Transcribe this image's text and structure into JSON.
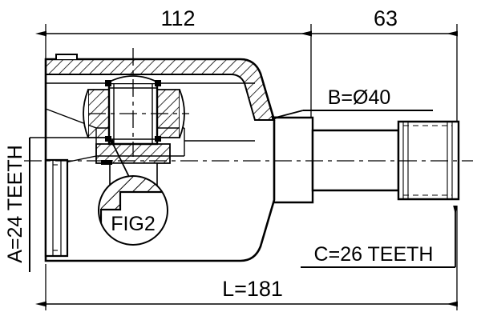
{
  "drawing": {
    "type": "technical-engineering-drawing",
    "subject": "CV joint inner tripod assembly cross-section",
    "background_color": "#ffffff",
    "line_color": "#000000"
  },
  "dimensions": {
    "top_left": {
      "value": "112",
      "name": "housing-length"
    },
    "top_right": {
      "value": "63",
      "name": "shaft-length"
    },
    "bottom_total": {
      "value": "L=181",
      "name": "overall-length"
    }
  },
  "labels": {
    "spline_a": {
      "text": "A=24 TEETH",
      "orientation": "vertical"
    },
    "diameter_b": {
      "text": "B=Ø40"
    },
    "spline_c": {
      "text": "C=26 TEETH"
    },
    "detail_callout": {
      "text": "FIG2"
    }
  },
  "chart_data": {
    "type": "table",
    "title": "CV Joint Specification",
    "categories": [
      "112",
      "63",
      "A=24 TEETH",
      "B=Ø40",
      "C=26 TEETH",
      "L=181"
    ],
    "values": [
      112,
      63,
      24,
      40,
      26,
      181
    ]
  }
}
